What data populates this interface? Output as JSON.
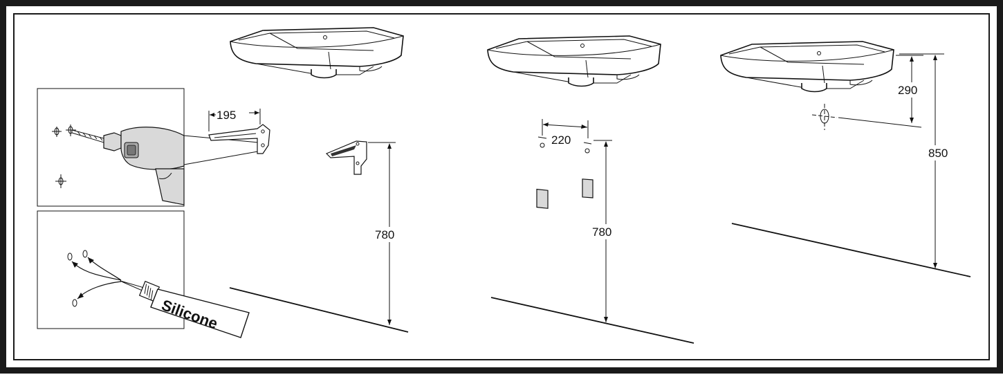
{
  "dimensions": {
    "bracket_spacing_1": "195",
    "bracket_height_1": "780",
    "bracket_spacing_2": "220",
    "bracket_height_2": "780",
    "drain_offset": "290",
    "sink_height": "850"
  },
  "labels": {
    "silicone_tube": "Silicone"
  },
  "colors": {
    "frame": "#1a1a1a",
    "line": "#111111",
    "shade": "#d9d9d9"
  }
}
